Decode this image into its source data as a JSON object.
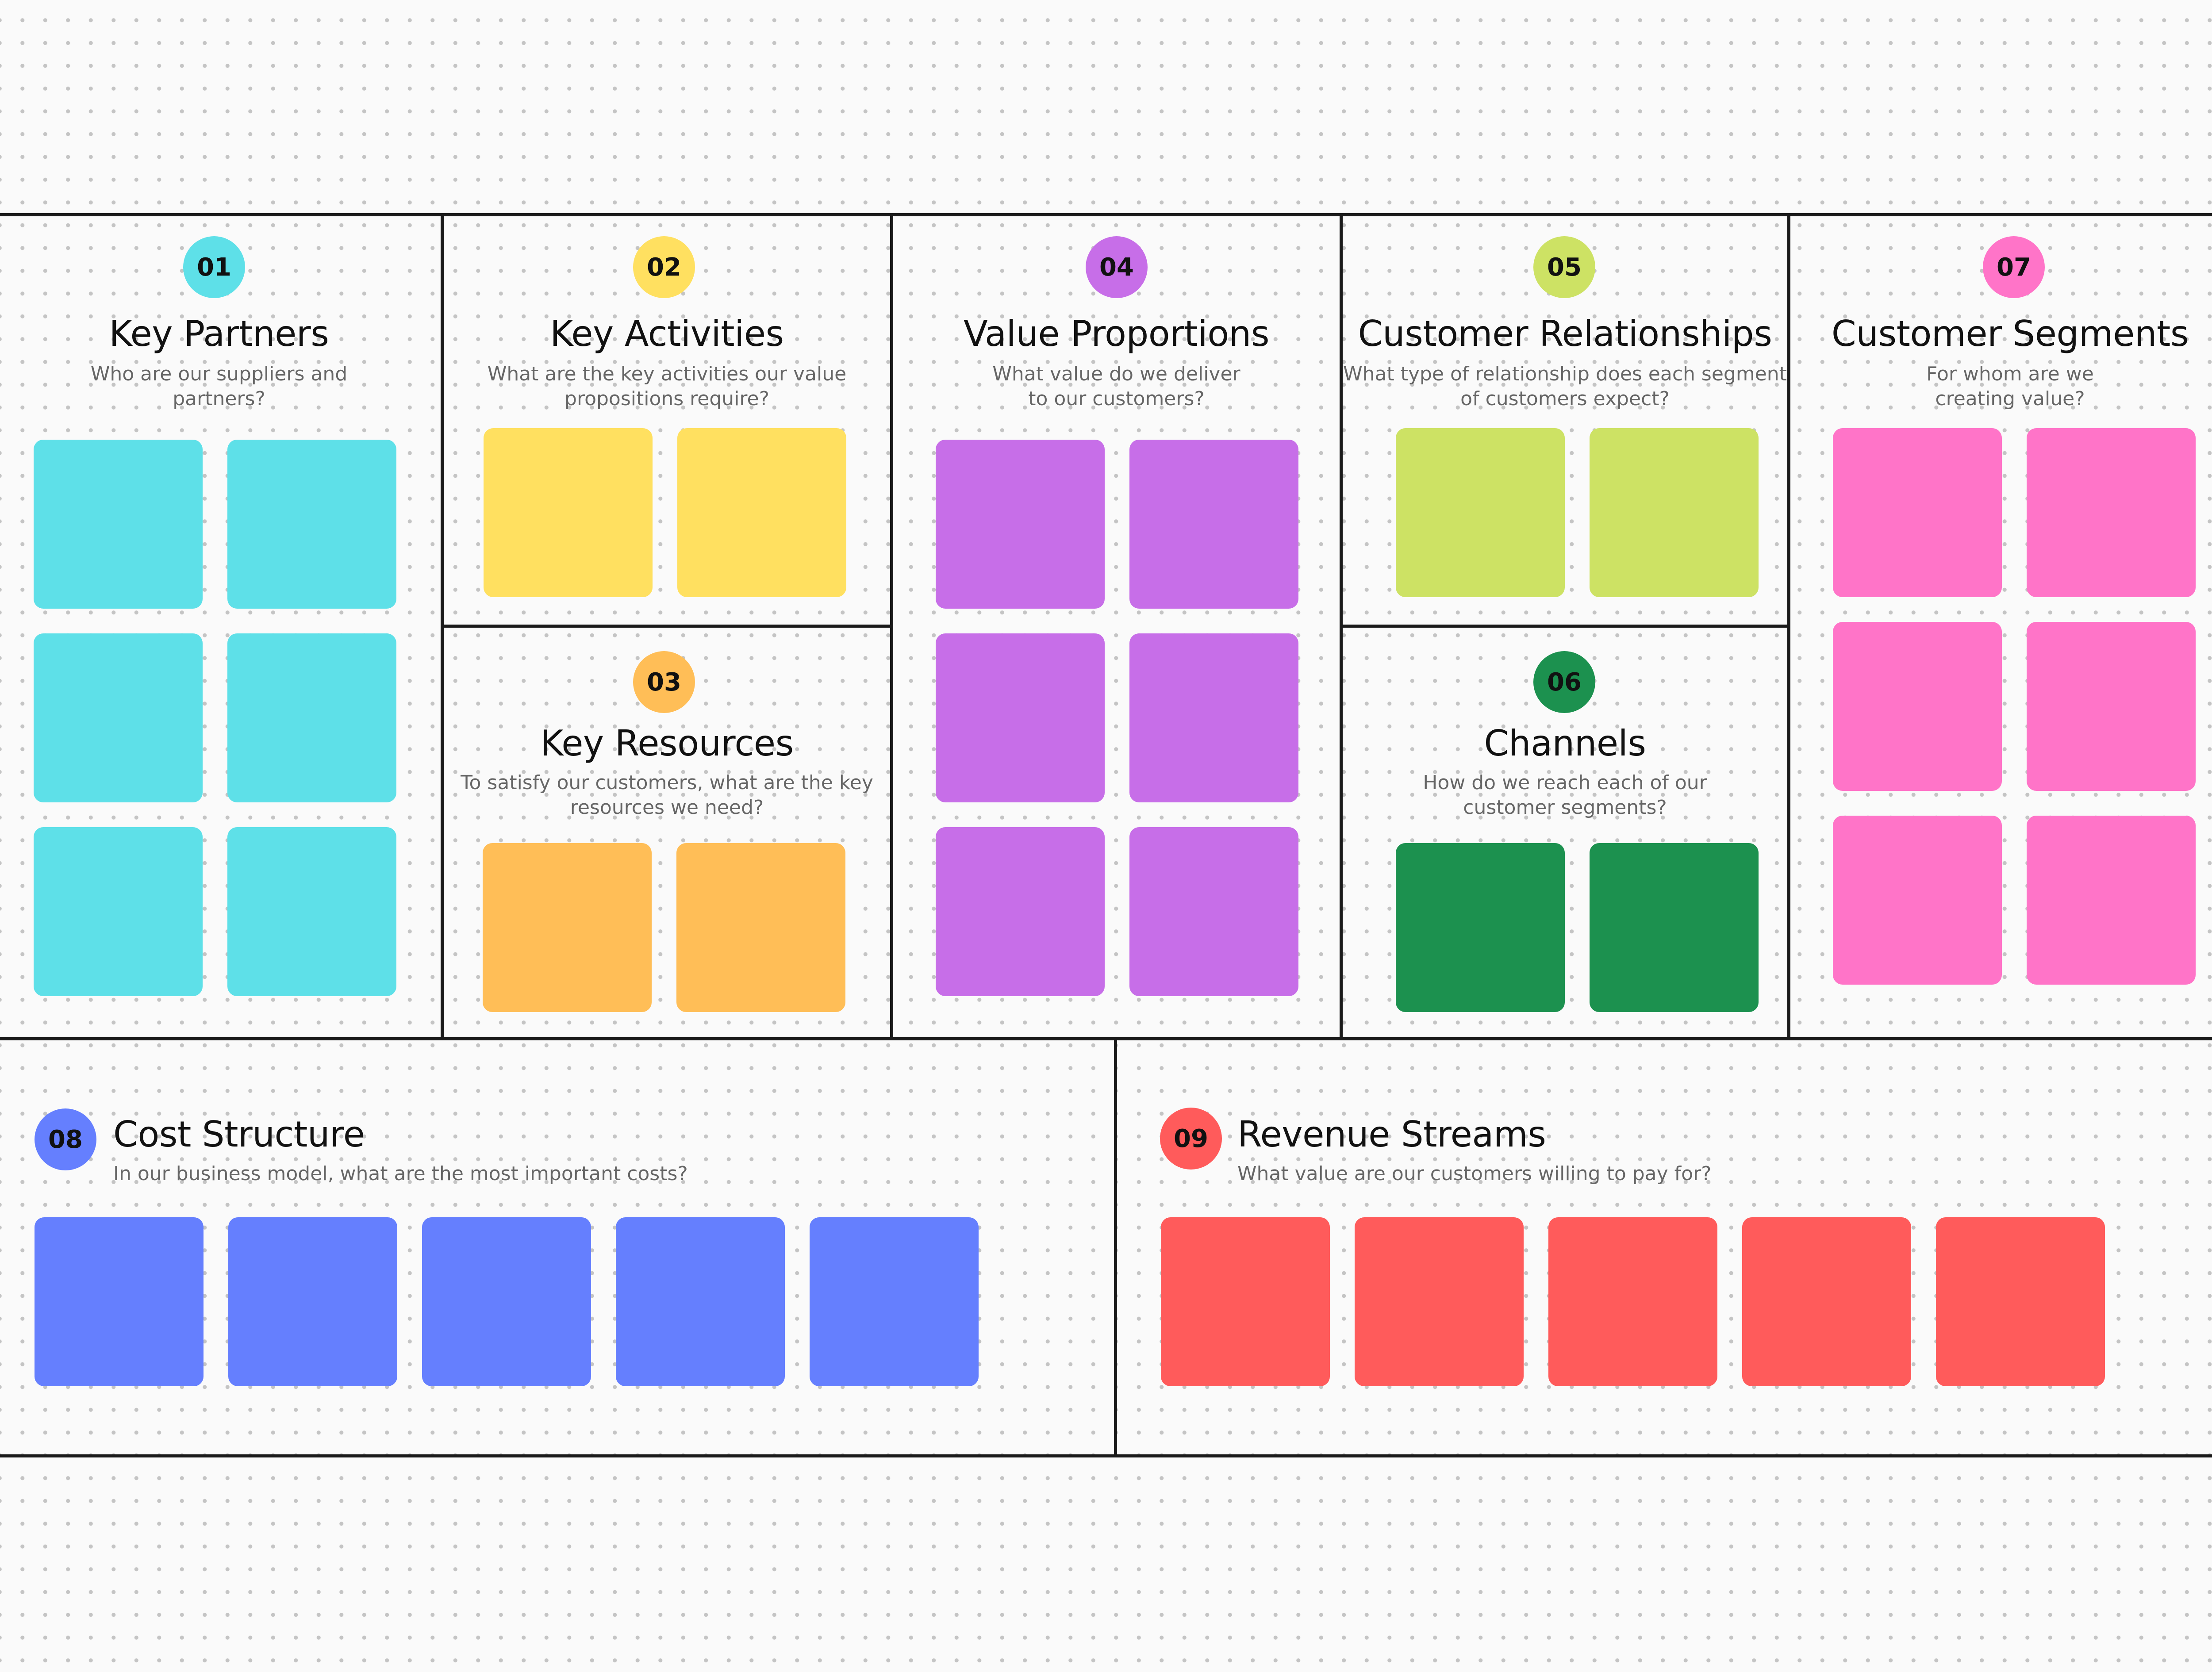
{
  "canvas": {
    "background": "#fafafa",
    "line_color": "#1a1a1a"
  },
  "sections": {
    "key_partners": {
      "number": "01",
      "title": "Key Partners",
      "desc_line1": "Who are our suppliers and",
      "desc_line2": "partners?",
      "color": "#5ee0e8",
      "sticky_count": 6
    },
    "key_activities": {
      "number": "02",
      "title": "Key Activities",
      "desc_line1": "What are the key activities our value",
      "desc_line2": "propositions require?",
      "color": "#ffe060",
      "sticky_count": 2
    },
    "key_resources": {
      "number": "03",
      "title": "Key Resources",
      "desc_line1": "To satisfy our customers, what are the key",
      "desc_line2": "resources we need?",
      "color": "#ffbe57",
      "sticky_count": 2
    },
    "value_proportions": {
      "number": "04",
      "title": "Value Proportions",
      "desc_line1": "What value do we deliver",
      "desc_line2": "to our customers?",
      "color": "#c76ee8",
      "sticky_count": 6
    },
    "customer_relationships": {
      "number": "05",
      "title": "Customer Relationships",
      "desc_line1": "What type of relationship does each segment",
      "desc_line2": "of customers expect?",
      "color": "#cde264",
      "sticky_count": 2
    },
    "channels": {
      "number": "06",
      "title": "Channels",
      "desc_line1": "How do we reach each of our",
      "desc_line2": "customer segments?",
      "color": "#1c914f",
      "sticky_count": 2
    },
    "customer_segments": {
      "number": "07",
      "title": "Customer Segments",
      "desc_line1": "For whom are we",
      "desc_line2": "creating value?",
      "color": "#ff74c8",
      "sticky_count": 6
    },
    "cost_structure": {
      "number": "08",
      "title": "Cost Structure",
      "desc_line1": "In our business model, what are the most important costs?",
      "color": "#657ffe",
      "sticky_count": 5
    },
    "revenue_streams": {
      "number": "09",
      "title": "Revenue Streams",
      "desc_line1": "What value are our customers willing to pay for?",
      "color": "#ff5b5b",
      "sticky_count": 5
    }
  }
}
